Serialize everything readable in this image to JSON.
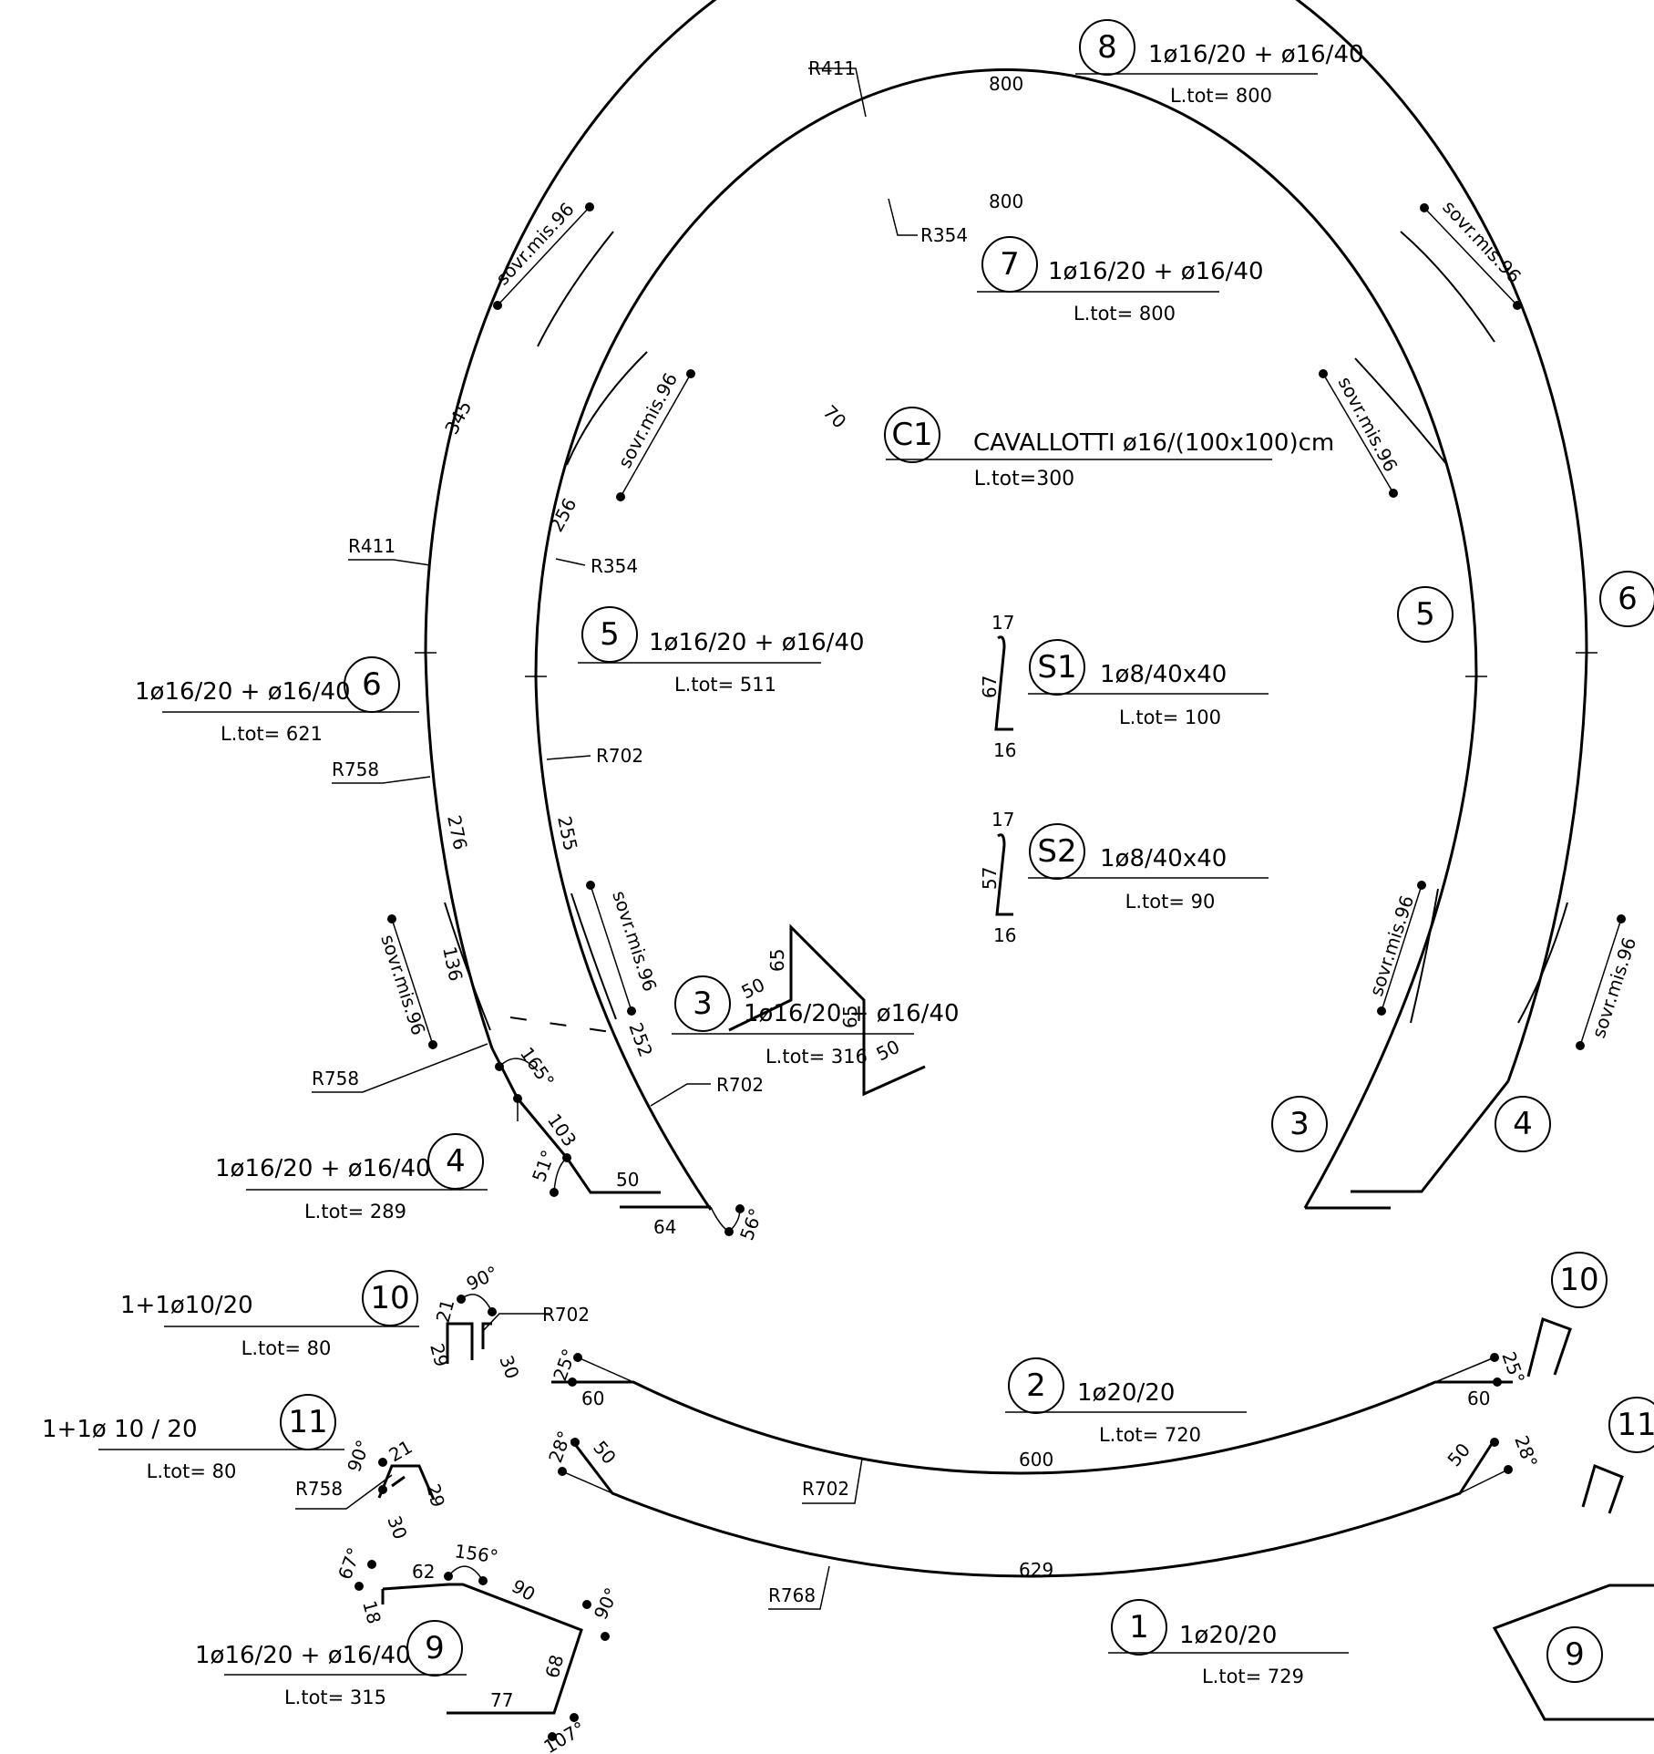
{
  "marks": {
    "m1": {
      "num": "1",
      "rebar": "1ø20/20",
      "ltot": "L.tot=  729"
    },
    "m2": {
      "num": "2",
      "rebar": "1ø20/20",
      "ltot": "L.tot=  720"
    },
    "m3": {
      "num": "3",
      "rebar": "1ø16/20  +  ø16/40",
      "ltot": "L.tot=  316"
    },
    "m4": {
      "num": "4",
      "rebar": "1ø16/20  +  ø16/40",
      "ltot": "L.tot= 289"
    },
    "m5": {
      "num": "5",
      "rebar": "1ø16/20  +  ø16/40",
      "ltot": "L.tot=  511"
    },
    "m6": {
      "num": "6",
      "rebar": "1ø16/20  +  ø16/40",
      "ltot": "L.tot= 621"
    },
    "m7": {
      "num": "7",
      "rebar": "1ø16/20  +  ø16/40",
      "ltot": "L.tot=  800"
    },
    "m8": {
      "num": "8",
      "rebar": "1ø16/20  +  ø16/40",
      "ltot": "L.tot=  800"
    },
    "m9": {
      "num": "9",
      "rebar": "1ø16/20  +  ø16/40",
      "ltot": "L.tot= 315"
    },
    "m10": {
      "num": "10",
      "rebar": "1+1ø10/20",
      "ltot": "L.tot= 80"
    },
    "m11": {
      "num": "11",
      "rebar": "1+1ø 10 / 20",
      "ltot": "L.tot= 80"
    },
    "c1": {
      "num": "C1",
      "rebar": "CAVALLOTTI  ø16/(100x100)cm",
      "ltot": "L.tot=300"
    },
    "s1": {
      "num": "S1",
      "rebar": "1ø8/40x40",
      "ltot": "L.tot=  100"
    },
    "s2": {
      "num": "S2",
      "rebar": "1ø8/40x40",
      "ltot": "L.tot=  90"
    }
  },
  "labels": {
    "r411": "R411",
    "r354": "R354",
    "r758": "R758",
    "r702": "R702",
    "r768": "R768",
    "arc800": "800",
    "arc345": "345",
    "arc256": "256",
    "arc276": "276",
    "arc255": "255",
    "arc252": "252",
    "arc136": "136",
    "arc600": "600",
    "arc629": "629",
    "arc30": "30",
    "arc90": "90",
    "sovr": "sovr.mis.96",
    "d103": "103",
    "d50": "50",
    "d64": "64",
    "d60": "60",
    "d65": "65",
    "d70": "70",
    "d67": "67",
    "d57": "57",
    "d17": "17",
    "d16": "16",
    "d21": "21",
    "d29": "29",
    "d62": "62",
    "d18": "18",
    "d68": "68",
    "d77": "77",
    "a165": "165°",
    "a51": "51°",
    "a56": "56°",
    "a90": "90°",
    "a25": "25°",
    "a28": "28°",
    "a67": "67°",
    "a156": "156°",
    "a107": "107°"
  }
}
